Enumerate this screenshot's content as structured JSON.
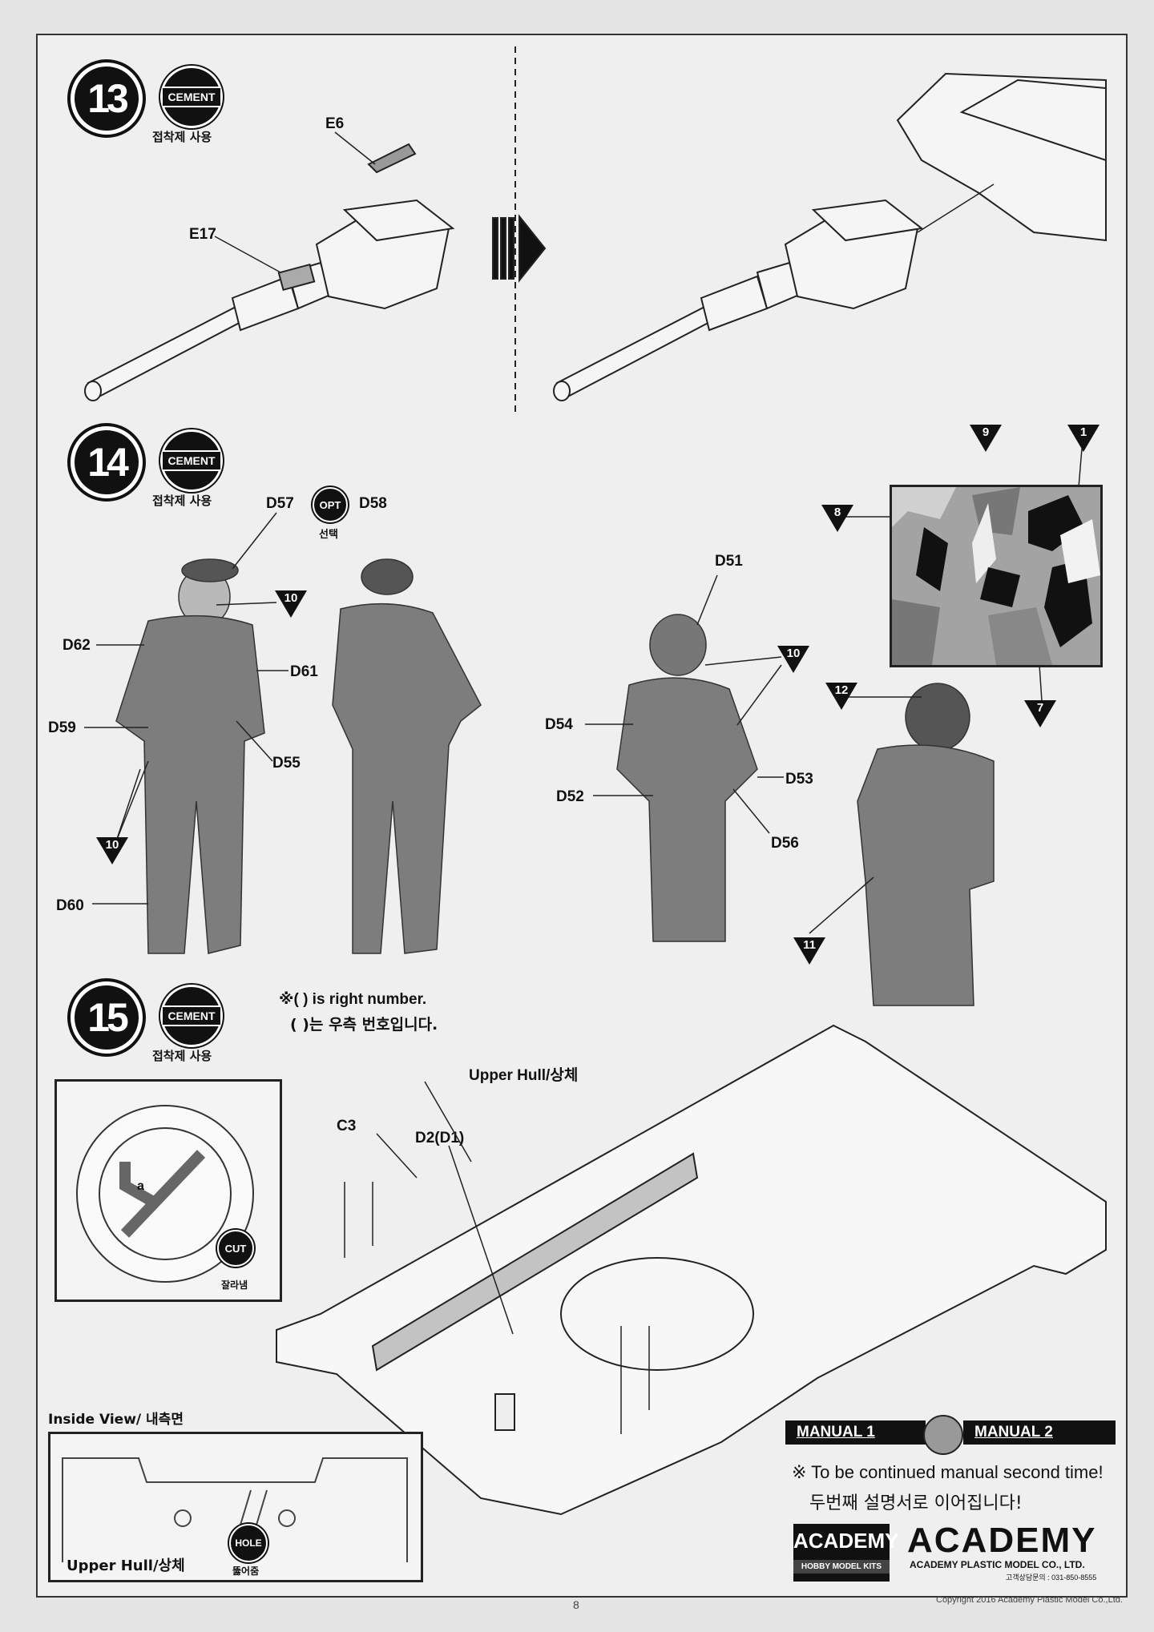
{
  "steps": [
    {
      "number": "13",
      "badge": "CEMENT",
      "korean": "접착제 사용"
    },
    {
      "number": "14",
      "badge": "CEMENT",
      "korean": "접착제 사용"
    },
    {
      "number": "15",
      "badge": "CEMENT",
      "korean": "접착제 사용"
    }
  ],
  "step13": {
    "parts": [
      "E6",
      "E17"
    ]
  },
  "step14": {
    "parts": {
      "d57": "D57",
      "d58": "D58",
      "d62": "D62",
      "d61": "D61",
      "d59": "D59",
      "d55": "D55",
      "d60": "D60",
      "d51": "D51",
      "d54": "D54",
      "d53": "D53",
      "d52": "D52",
      "d56": "D56"
    },
    "opt": {
      "label": "OPT",
      "korean": "선택"
    },
    "color_callouts": {
      "c10a": "10",
      "c10b": "10",
      "c10c": "10",
      "c9": "9",
      "c1": "1",
      "c8": "8",
      "c7": "7",
      "c12": "12",
      "c11": "11"
    }
  },
  "step15": {
    "note_en": "※( ) is right number.",
    "note_ko": "( )는 우측 번호입니다.",
    "upper_hull": "Upper Hull/상체",
    "c3a": "C3",
    "c3b": "C3",
    "d2": "D2(D1)",
    "inset": {
      "letter": "a",
      "cut": "CUT",
      "cut_ko": "잘라냄"
    },
    "inside_view": "Inside View/ 내측면",
    "inside_hull": "Upper Hull/상체",
    "hole": {
      "label": "HOLE",
      "korean": "뚫어줌"
    }
  },
  "manual": {
    "left": "MANUAL 1",
    "right": "MANUAL 2"
  },
  "continued_en": "※ To be continued manual second time!",
  "continued_ko": "두번째 설명서로 이어집니다!",
  "logo": {
    "left_main": "ACADEMY",
    "left_sub": "HOBBY MODEL KITS",
    "right_main": "ACADEMY",
    "right_sub": "ACADEMY PLASTIC MODEL CO., LTD.",
    "right_contact": "고객상담문의 : 031-850-8555"
  },
  "page_number": "8",
  "copyright": "Copyright 2016 Academy Plastic Model Co.,Ltd.",
  "colors": {
    "ink": "#111111",
    "paper": "#efefef",
    "part_fill": "#c8c8c8"
  }
}
